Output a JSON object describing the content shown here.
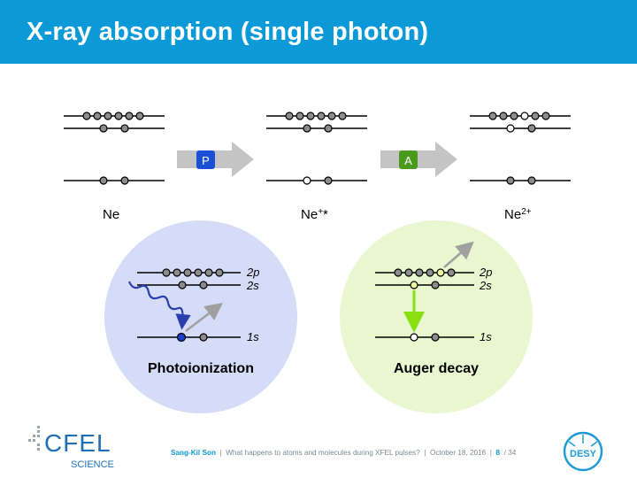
{
  "slide": {
    "title": "X-ray absorption (single photon)",
    "footer": {
      "author": "Sang-Kil Son",
      "talk": "What happens to atoms and molecules during XFEL pulses?",
      "date": "October 18, 2016",
      "page": "8",
      "total": "/ 34"
    }
  },
  "diagram": {
    "states": [
      {
        "label": "Ne"
      },
      {
        "label": "Ne+*"
      },
      {
        "label": "Ne2+"
      }
    ],
    "arrows": [
      {
        "badge": "P",
        "color": "#1a4fd6"
      },
      {
        "badge": "A",
        "color": "#4a9a1c"
      }
    ],
    "panels": [
      {
        "caption": "Photoionization",
        "fill": "#d5dcf8",
        "levels": [
          "2p",
          "2s",
          "1s"
        ]
      },
      {
        "caption": "Auger decay",
        "fill": "#e8f7cf",
        "levels": [
          "2p",
          "2s",
          "1s"
        ]
      }
    ]
  },
  "logos": {
    "cfel_top": "CFEL",
    "cfel_bottom": "SCIENCE",
    "desy": "DESY"
  }
}
